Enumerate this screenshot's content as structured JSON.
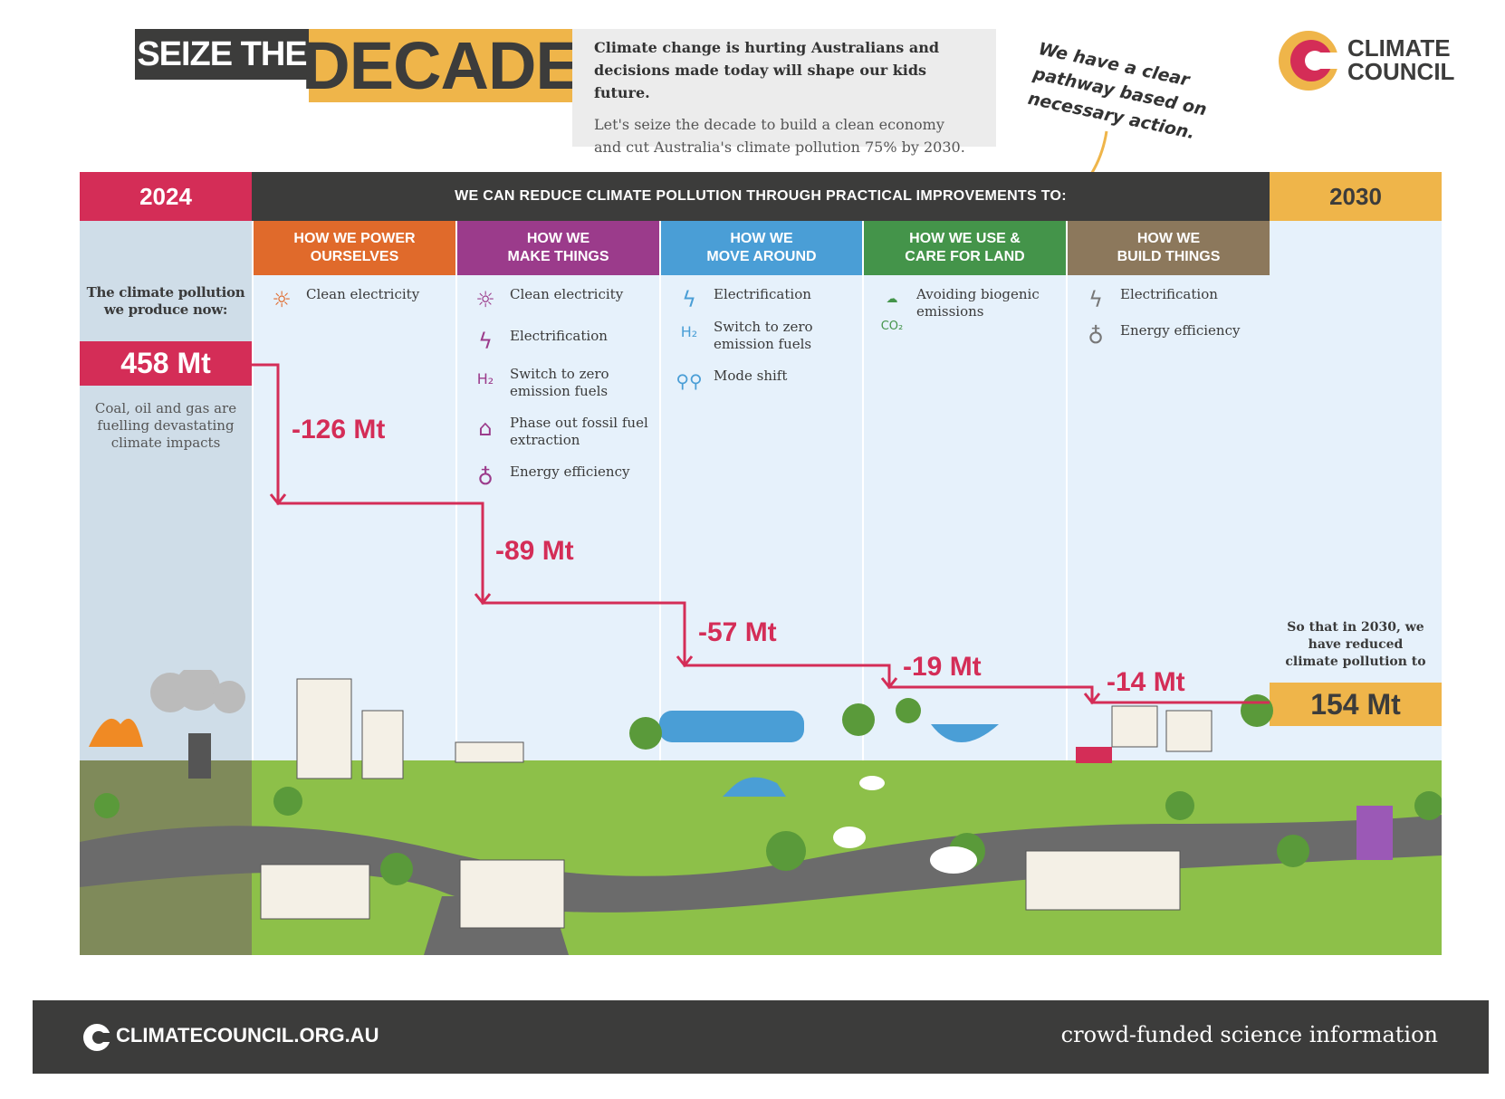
{
  "title": {
    "part1": "SEIZE THE",
    "part2": "DECADE"
  },
  "intro": {
    "bold": "Climate change is hurting Australians and decisions made today will shape our kids future.",
    "normal": "Let's seize the decade to build a clean economy and cut Australia's climate pollution 75% by 2030."
  },
  "note": "We have a clear pathway based on necessary action.",
  "logo": {
    "line1": "CLIMATE",
    "line2": "COUNCIL"
  },
  "band": {
    "start_year": "2024",
    "heading": "WE CAN REDUCE CLIMATE POLLUTION THROUGH PRACTICAL IMPROVEMENTS TO:",
    "end_year": "2030"
  },
  "left": {
    "label": "The climate pollution we produce now:",
    "value": "458 Mt",
    "caption": "Coal, oil and gas are fuelling devastating climate impacts"
  },
  "right": {
    "label": "So that in 2030, we have reduced climate pollution to",
    "value": "154 Mt"
  },
  "colors": {
    "power": "#e06a2b",
    "make": "#9b3b8b",
    "move": "#4a9ed6",
    "land": "#44944a",
    "build": "#8c785c",
    "red": "#d42d57",
    "yellow": "#efb54a",
    "dark": "#3c3c3b"
  },
  "columns": [
    {
      "header": "HOW WE POWER\nOURSELVES",
      "reduction": "-126 Mt",
      "items": [
        {
          "icon": "wind-solar-icon",
          "label": "Clean electricity"
        }
      ]
    },
    {
      "header": "HOW WE\nMAKE THINGS",
      "reduction": "-89 Mt",
      "items": [
        {
          "icon": "wind-solar-icon",
          "label": "Clean electricity"
        },
        {
          "icon": "lightning-icon",
          "label": "Electrification"
        },
        {
          "icon": "hydrogen-icon",
          "label": "Switch to zero emission fuels"
        },
        {
          "icon": "factory-icon",
          "label": "Phase out fossil fuel extraction"
        },
        {
          "icon": "lightbulb-icon",
          "label": "Energy efficiency"
        }
      ]
    },
    {
      "header": "HOW WE\nMOVE AROUND",
      "reduction": "-57 Mt",
      "items": [
        {
          "icon": "lightning-icon",
          "label": "Electrification"
        },
        {
          "icon": "hydrogen-icon",
          "label": "Switch to zero emission fuels"
        },
        {
          "icon": "bicycle-icon",
          "label": "Mode shift"
        }
      ]
    },
    {
      "header": "HOW WE USE &\nCARE FOR LAND",
      "reduction": "-19 Mt",
      "items": [
        {
          "icon": "co2-cloud-icon",
          "label": "Avoiding biogenic emissions"
        }
      ]
    },
    {
      "header": "HOW WE\nBUILD THINGS",
      "reduction": "-14 Mt",
      "items": [
        {
          "icon": "lightning-icon",
          "label": "Electrification"
        },
        {
          "icon": "lightbulb-icon",
          "label": "Energy efficiency"
        }
      ]
    }
  ],
  "footer": {
    "url": "CLIMATECOUNCIL.ORG.AU",
    "tagline": "crowd-funded science information"
  }
}
